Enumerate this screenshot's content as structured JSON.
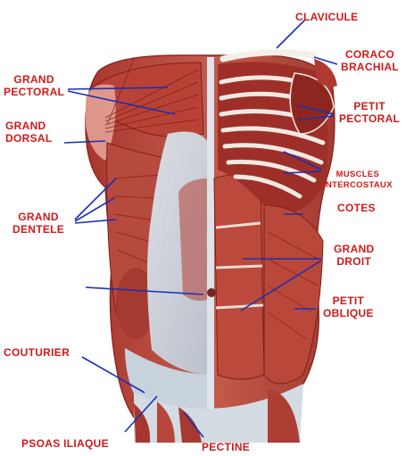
{
  "colors": {
    "label": "#d11a1a",
    "leader": "#1a2fb3",
    "muscle": "#b8453a",
    "muscle_dark": "#7e1f1c",
    "muscle_light": "#cf7a6a",
    "fascia": "#c9d3de",
    "rib": "#eeeae4"
  },
  "labels": {
    "clavicule": "CLAVICULE",
    "coraco_1": "CORACO",
    "coraco_2": "BRACHIAL",
    "grand_pectoral_1": "GRAND",
    "grand_pectoral_2": "PECTORAL",
    "grand_dorsal_1": "GRAND",
    "grand_dorsal_2": "DORSAL",
    "petit_pectoral_1": "PETIT",
    "petit_pectoral_2": "PECTORAL",
    "muscles_intercostaux_1": "MUSCLES",
    "muscles_intercostaux_2": "INTERCOSTAUX",
    "cotes": "COTES",
    "grand_dentele_1": "GRAND",
    "grand_dentele_2": "DENTELE",
    "grand_droit_1": "GRAND",
    "grand_droit_2": "DROIT",
    "petit_oblique_1": "PETIT",
    "petit_oblique_2": "OBLIQUE",
    "couturier": "COUTURIER",
    "psoas_iliaque": "PSOAS ILIAQUE",
    "pectine": "PECTINE"
  }
}
